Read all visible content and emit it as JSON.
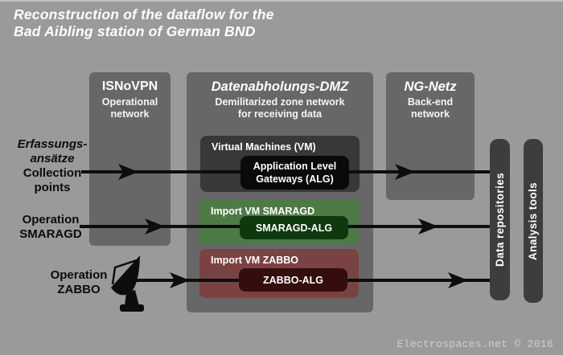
{
  "title": {
    "line1": "Reconstruction of the dataflow for the",
    "line2": "Bad Aibling station of German BND"
  },
  "columns": [
    {
      "header": "ISNoVPN",
      "sub1": "Operational",
      "sub2": "network"
    },
    {
      "header": "Datenabholungs-DMZ",
      "sub1": "Demilitarized zone network",
      "sub2": "for receiving data"
    },
    {
      "header": "NG-Netz",
      "sub1": "Back-end",
      "sub2": "network"
    }
  ],
  "vm_group": {
    "label": "Virtual Machines (VM)",
    "alg_line1": "Application Level",
    "alg_line2": "Gateways (ALG)"
  },
  "smaragd_group": {
    "label": "Import VM SMARAGD",
    "alg": "SMARAGD-ALG"
  },
  "zabbo_group": {
    "label": "Import VM ZABBO",
    "alg": "ZABBO-ALG"
  },
  "left_labels": {
    "collection": {
      "line1": "Erfassungs-",
      "line2": "ansätze",
      "line3": "Collection",
      "line4": "points"
    },
    "smaragd": {
      "line1": "Operation",
      "line2": "SMARAGD"
    },
    "zabbo": {
      "line1": "Operation",
      "line2": "ZABBO"
    }
  },
  "right_bars": {
    "repositories": "Data repositories",
    "analysis": "Analysis tools"
  },
  "icons": {
    "satellite": "satellite-dish-icon",
    "arrowhead": "arrowhead-right-icon"
  },
  "credit": "Electrospaces.net © 2016",
  "colors": {
    "background": "#9a9a9a",
    "column_box": "#676767",
    "vm_box": "#383838",
    "alg_box": "#0a0a0a",
    "smaragd_box": "#4d7a45",
    "smaragd_alg_box": "#0e390f",
    "zabbo_box": "#7a4242",
    "zabbo_alg_box": "#340d0d",
    "side_bar": "#3d3d3d",
    "arrow": "#0d0d0d",
    "title_text": "#ffffff",
    "label_text": "#0c0c0c",
    "credit_text": "#cfcfcf"
  }
}
